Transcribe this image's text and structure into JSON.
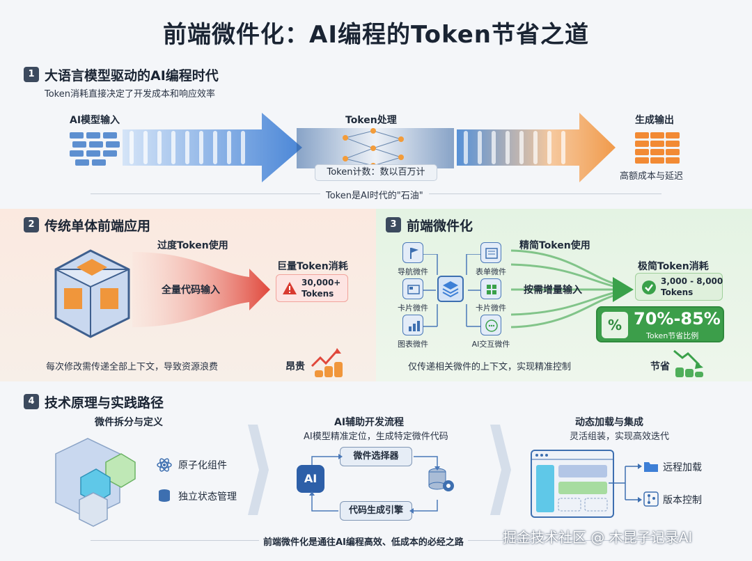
{
  "title": "前端微件化：AI编程的Token节省之道",
  "s1": {
    "num": "1",
    "title": "大语言模型驱动的AI编程时代",
    "subtitle": "Token消耗直接决定了开发成本和响应效率",
    "input_label": "AI模型输入",
    "process_label": "Token处理",
    "output_label": "生成输出",
    "count_label": "Token计数：数以百万计",
    "output_note": "高额成本与延迟",
    "footer": "Token是AI时代的\"石油\""
  },
  "s2": {
    "num": "2",
    "title": "传统单体前端应用",
    "overuse": "过度Token使用",
    "full_input": "全量代码输入",
    "huge": "巨量Token消耗",
    "tokens": "30,000+\nTokens",
    "note": "每次修改需传递全部上下文，导致资源浪费",
    "cost": "昂贵"
  },
  "s3": {
    "num": "3",
    "title": "前端微件化",
    "lean": "精简Token使用",
    "incremental": "按需增量输入",
    "minimal": "极简Token消耗",
    "tokens": "3,000 - 8,000\nTokens",
    "percent": "70%-85%",
    "percent_label": "Token节省比例",
    "widgets": [
      "导航微件",
      "表单微件",
      "卡片微件",
      "卡片微件",
      "图表微件",
      "AI交互微件"
    ],
    "note": "仅传递相关微件的上下文，实现精准控制",
    "cost": "节省"
  },
  "s4": {
    "num": "4",
    "title": "技术原理与实践路径",
    "col1_title": "微件拆分与定义",
    "atomic": "原子化组件",
    "state": "独立状态管理",
    "col2_title": "AI辅助开发流程",
    "col2_sub": "AI模型精准定位，生成特定微件代码",
    "selector": "微件选择器",
    "engine": "代码生成引擎",
    "ai": "AI",
    "col3_title": "动态加载与集成",
    "col3_sub": "灵活组装，实现高效迭代",
    "remote": "远程加载",
    "version": "版本控制",
    "footer": "前端微件化是通往AI编程高效、低成本的必经之路"
  },
  "watermark": "掘金技术社区 @ 木昆子记录AI",
  "colors": {
    "blue": "#3d7fd6",
    "red": "#e0483c",
    "green": "#3aa14a",
    "orange": "#f08a2c"
  }
}
